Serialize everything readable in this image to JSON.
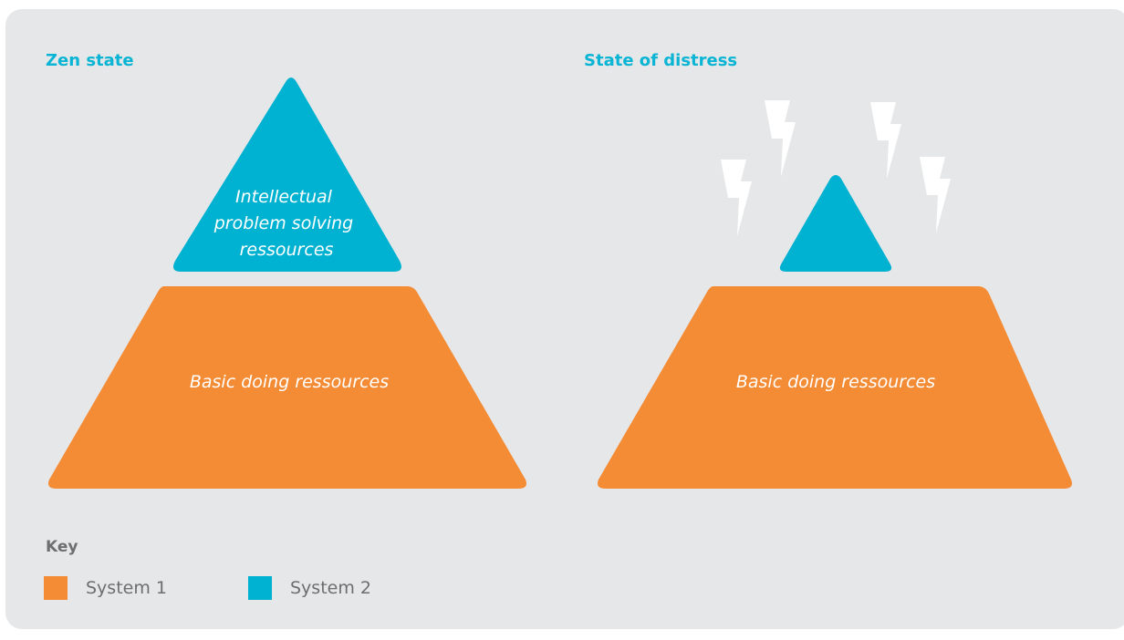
{
  "colors": {
    "system1": "#f48b35",
    "system2": "#00b2d1",
    "heading": "#0ab4d4",
    "background": "#e6e7e8",
    "muted_text": "#6d6e70"
  },
  "zen_state": {
    "heading": "Zen state",
    "top_label_lines": [
      "Intellectual",
      "problem solving",
      "ressources"
    ],
    "base_label": "Basic doing ressources"
  },
  "distress_state": {
    "heading": "State of distress",
    "base_label": "Basic doing ressources",
    "icon": "lightning-bolt"
  },
  "key": {
    "title": "Key",
    "items": [
      {
        "label": "System 1",
        "color": "#f48b35"
      },
      {
        "label": "System 2",
        "color": "#00b2d1"
      }
    ]
  }
}
